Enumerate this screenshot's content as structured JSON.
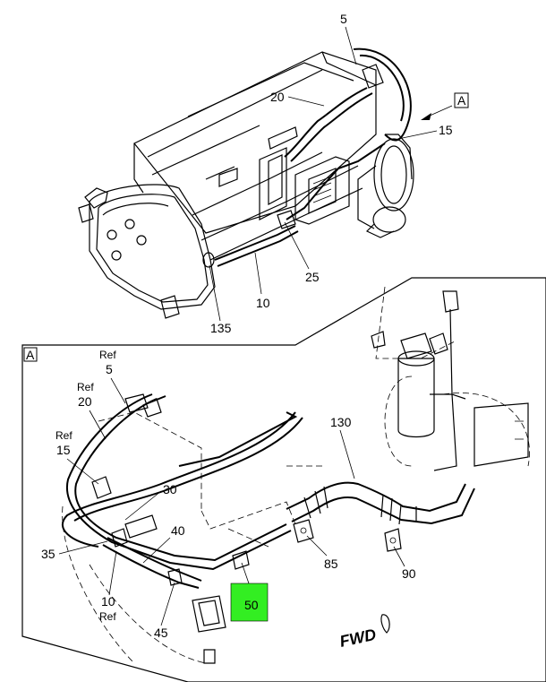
{
  "callouts": {
    "c5": "5",
    "c20": "20",
    "c15": "15",
    "c25": "25",
    "c10": "10",
    "c135": "135",
    "view_tag": "A"
  },
  "detail": {
    "view_tag": "A",
    "ref_word": "Ref",
    "r5": "5",
    "r20": "20",
    "r15": "15",
    "c30": "30",
    "c40": "40",
    "c35": "35",
    "r10": "10",
    "c45": "45",
    "c50": "50",
    "c85": "85",
    "c90": "90",
    "c130": "130",
    "forward": "FWD"
  },
  "colors": {
    "highlight": "#33ee22",
    "ink": "#000000"
  }
}
